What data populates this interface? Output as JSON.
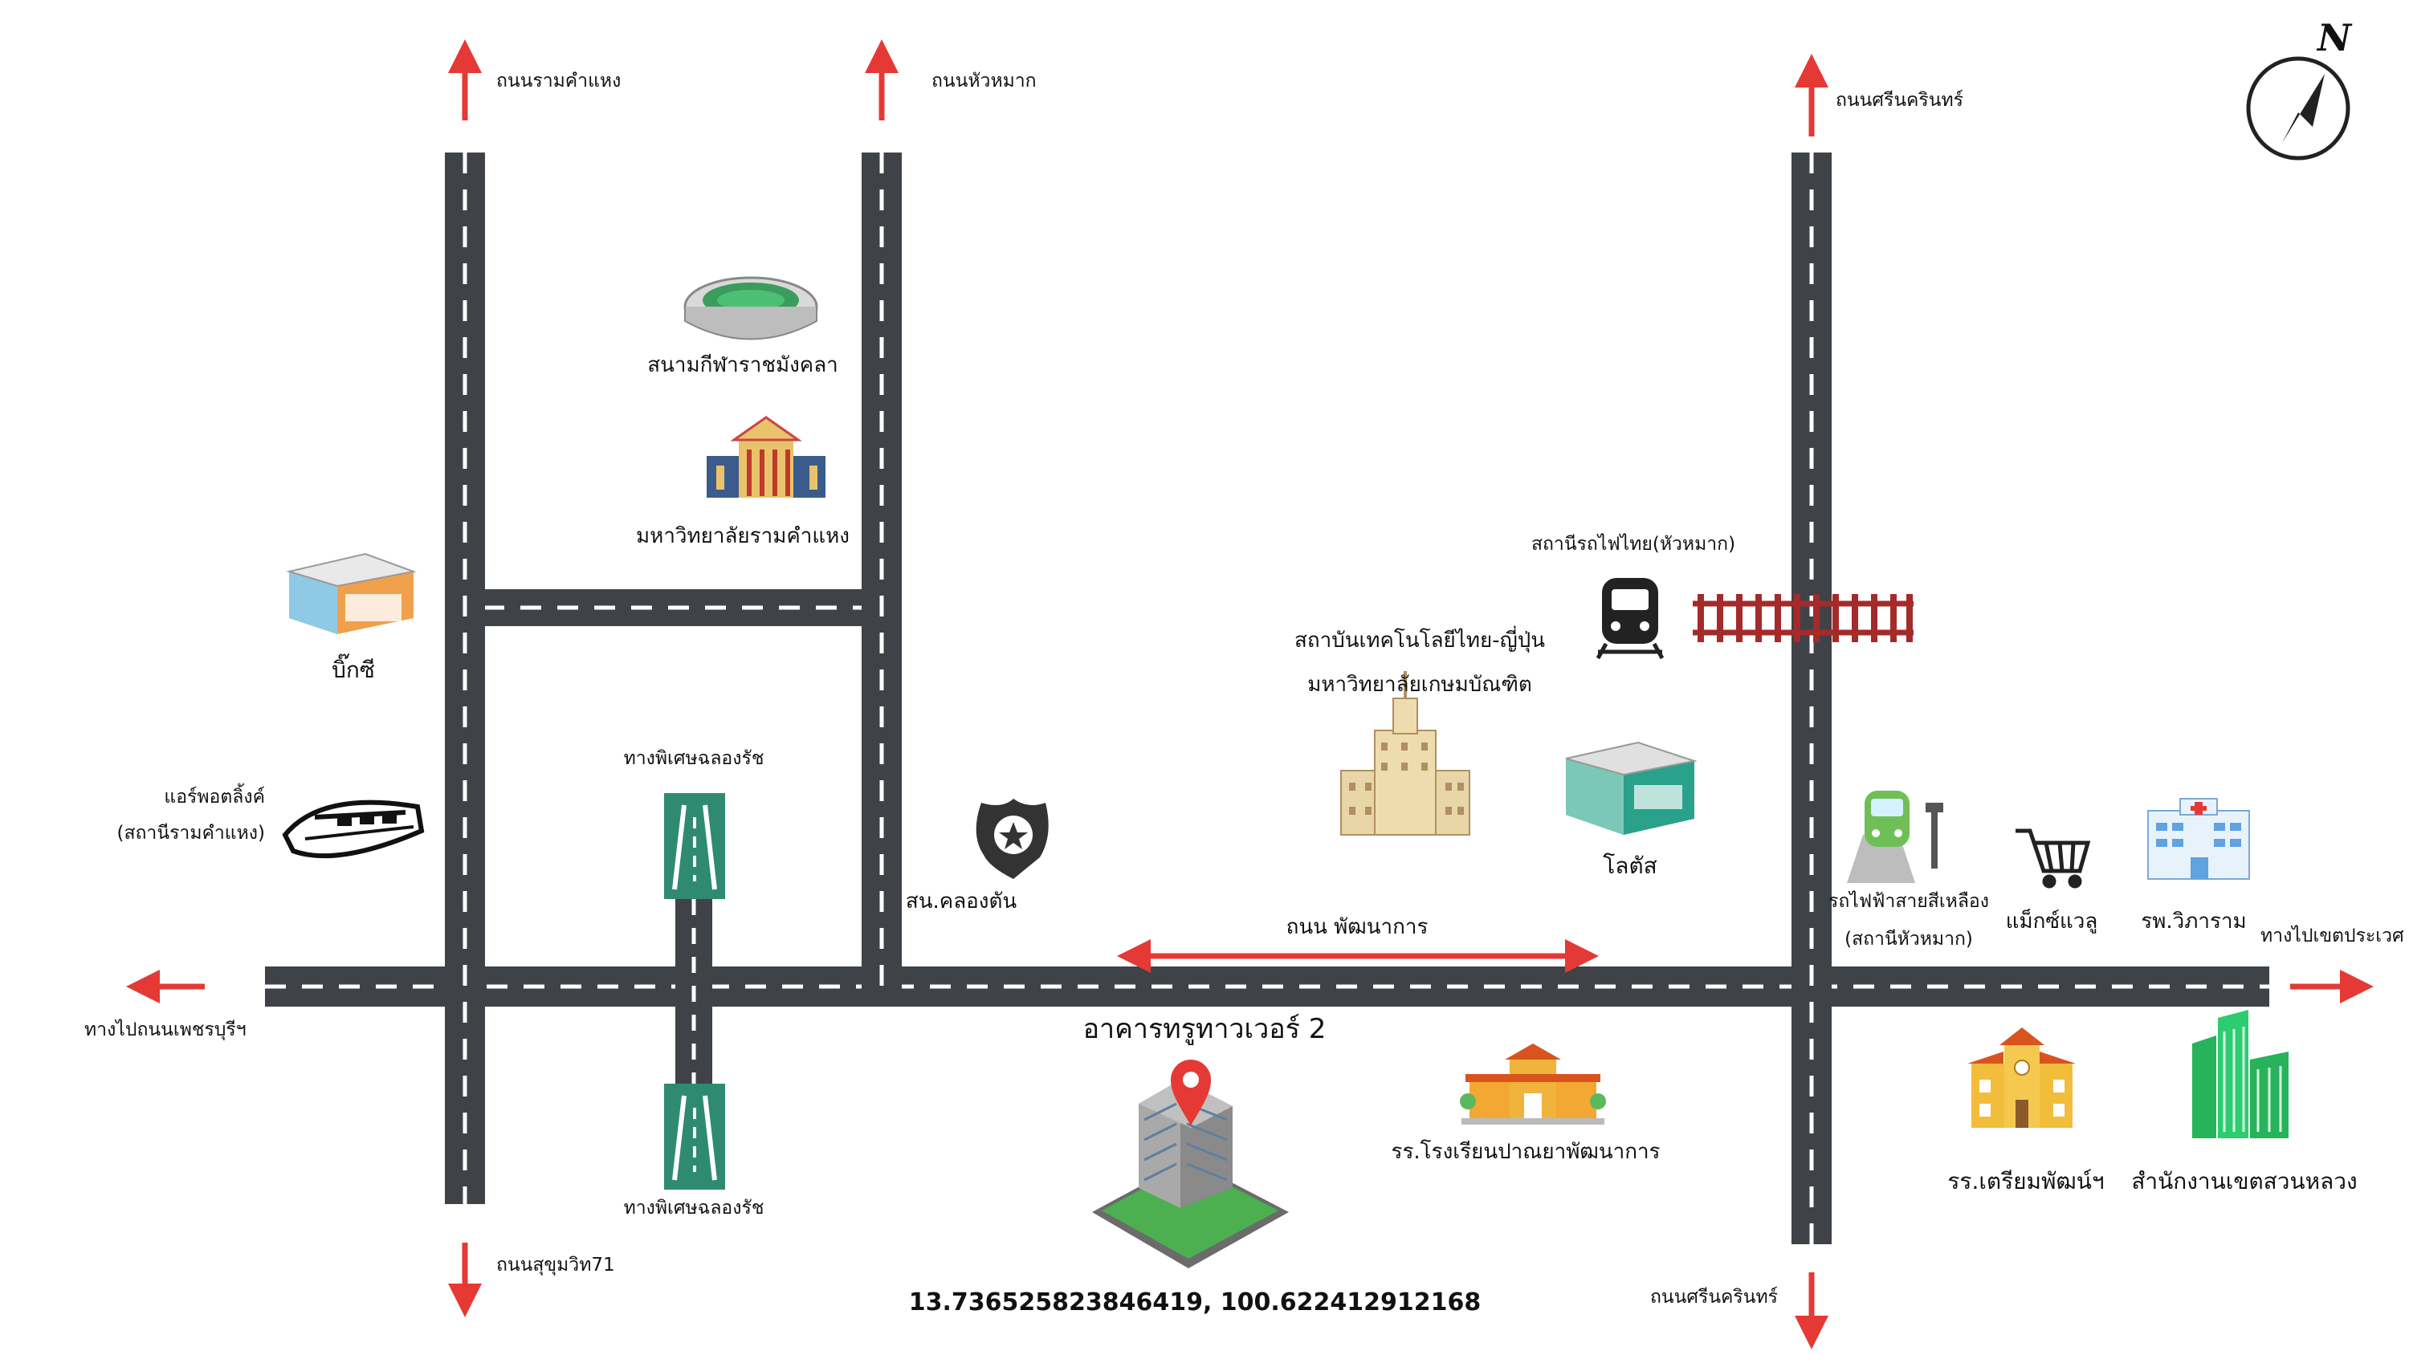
{
  "map": {
    "north_label": "N",
    "road_labels": {
      "ramkhamhaeng": "ถนนรามคำแหง",
      "huamak": "ถนนหัวหมาก",
      "srinakarin_north": "ถนนศรีนครินทร์",
      "srinakarin_south": "ถนนศรีนครินทร์",
      "sukhumvit71": "ถนนสุขุมวิท71",
      "phatthanakan": "ถนน พัฒนาการ",
      "to_phetchaburi": "ทางไปถนนเพชรบุรีฯ",
      "to_prawet": "ทางไปเขตประเวศ",
      "expressway_north": "ทางพิเศษฉลองรัช",
      "expressway_south": "ทางพิเศษฉลองรัช"
    },
    "places": {
      "rajamangala_stadium": "สนามกีฬาราชมังคลา",
      "ramkhamhaeng_university": "มหาวิทยาลัยรามคำแหง",
      "big_c": "บิ๊กซี",
      "airport_link_name": "แอร์พอตลิ้งค์",
      "airport_link_station": "(สถานีรามคำแหง)",
      "police_station": "สน.คลองตัน",
      "tni_name": "สถาบันเทคโนโลยีไทย-ญี่ปุ่น",
      "kasem_bundit": "มหาวิทยาลัยเกษมบัณฑิต",
      "train_station": "สถานีรถไฟไทย(หัวหมาก)",
      "lotus": "โลตัส",
      "yellow_line": "รถไฟฟ้าสายสีเหลือง",
      "yellow_line_station": "(สถานีหัวหมาก)",
      "makro": "แม็กซ์แวลู",
      "hospital": "รพ.วิภาราม",
      "destination": "อาคารทรูทาวเวอร์ 2",
      "coordinates": "13.736525823846419, 100.622412912168",
      "panyapatthanakan_school": "รร.โรงเรียนปาณยาพัฒนาการ",
      "triam_school": "รร.เตรียมพัฒน์ฯ",
      "district_office": "สำนักงานเขตสวนหลวง"
    },
    "colors": {
      "road": "#3f4247",
      "road_edge": "#2c2e31",
      "lane_marking": "#ffffff",
      "arrow": "#e53935",
      "expressway_sign": "#2e8b72",
      "railway": "#a52a2a",
      "pin": "#e53935"
    }
  }
}
